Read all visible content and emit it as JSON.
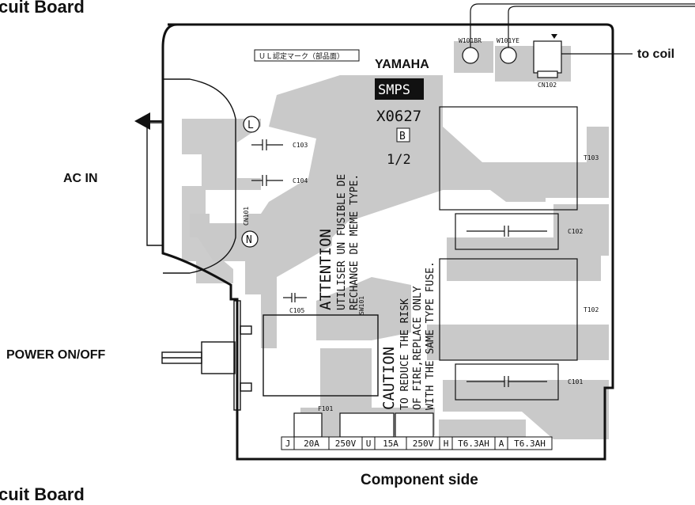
{
  "headings": {
    "top_title": "cuit Board",
    "bottom_title": "cuit Board",
    "caption": "Component side"
  },
  "side_labels": {
    "ac_in": "AC IN",
    "power": "POWER ON/OFF",
    "to_coil": "to coil"
  },
  "board": {
    "ul_mark": "ＵＬ認定マーク（部品面）",
    "brand": "YAMAHA",
    "model_badge": "SMPS",
    "model_no": "X0627",
    "rev": "B",
    "sheet": "1/2",
    "attention_title": "ATTENTION",
    "attention_line1": "UTILISER UN FUSIBLE DE",
    "attention_line2": "RECHANGE DE MEME TYPE.",
    "caution_title": "CAUTION",
    "caution_line1": "TO REDUCE THE RISK",
    "caution_line2": "OF FIRE,REPLACE ONLY",
    "caution_line3": "WITH THE SAME TYPE FUSE.",
    "mark_L": "L",
    "mark_N": "N"
  },
  "parts": {
    "w101br": "W101BR",
    "w101ye": "W101YE",
    "cn102": "CN102",
    "cn101": "CN101",
    "c101": "C101",
    "c102": "C102",
    "c103": "C103",
    "c104": "C104",
    "c105": "C105",
    "t102": "T102",
    "t103": "T103",
    "sw101": "SW101",
    "f101": "F101"
  },
  "fuse_table": [
    "J",
    "20A",
    "250V",
    "U",
    "15A",
    "250V",
    "H",
    "T6.3AH",
    "A",
    "T6.3AH"
  ],
  "colors": {
    "copper": "#c9c9c9",
    "ink": "#111111",
    "background": "#ffffff"
  }
}
